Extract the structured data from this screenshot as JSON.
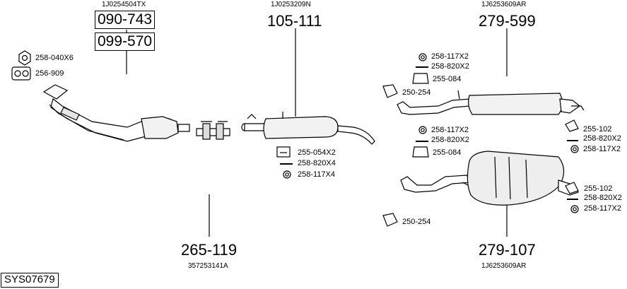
{
  "oe_numbers": {
    "top_left": "1J0254504TX",
    "top_center": "1J0253209N",
    "top_right": "1J6253609AR",
    "bottom_center": "357253141A",
    "bottom_right": "1J6253609AR"
  },
  "part_numbers": {
    "catalyst_a": "090-743",
    "catalyst_b": "099-570",
    "middle_silencer": "105-111",
    "rear_silencer_top": "279-599",
    "rear_silencer_bottom": "279-107",
    "connector": "265-119"
  },
  "fittings": {
    "nut": "258-040X6",
    "gasket": "256-909",
    "mid_clamp": "255-054X2",
    "mid_bolt": "258-820X4",
    "mid_ring": "258-117X4",
    "top_ring_1": "258-117X2",
    "top_bolt_1": "258-820X2",
    "top_clamp_1": "255-084",
    "top_gasket": "250-254",
    "top_hanger": "255-102",
    "top_bolt_2": "258-820X2",
    "top_ring_2": "258-117X2",
    "bot_ring_1": "258-117X2",
    "bot_bolt_1": "258-820X2",
    "bot_clamp_1": "255-084",
    "bot_gasket": "250-254",
    "bot_hanger": "255-102",
    "bot_bolt_2": "258-820X2",
    "bot_ring_2": "258-117X2"
  },
  "system_code": "SYS07679"
}
